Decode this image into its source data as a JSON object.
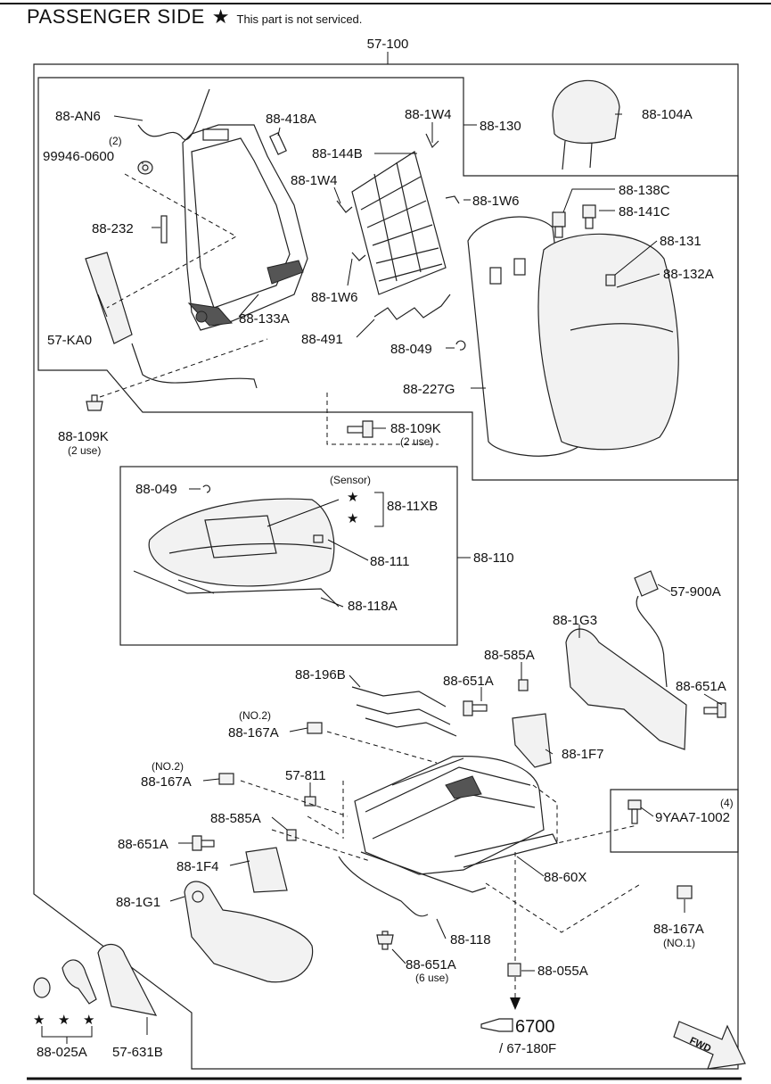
{
  "header": {
    "title": "PASSENGER SIDE",
    "star": "★",
    "note": "This part is not serviced."
  },
  "labels": {
    "l57_100": "57-100",
    "l88_AN6": "88-AN6",
    "l88_418A": "88-418A",
    "l88_1W4_top": "88-1W4",
    "l88_130": "88-130",
    "l88_104A": "88-104A",
    "qty2_99946": "(2)",
    "l99946": "99946-0600",
    "l88_144B": "88-144B",
    "l88_1W4_mid": "88-1W4",
    "l88_1W6_right": "88-1W6",
    "l88_138C": "88-138C",
    "l88_141C": "88-141C",
    "l88_232": "88-232",
    "l88_131": "88-131",
    "l88_132A": "88-132A",
    "l88_1W6_mid": "88-1W6",
    "l57_KA0": "57-KA0",
    "l88_133A": "88-133A",
    "l88_491": "88-491",
    "l88_049_top": "88-049",
    "l88_227G": "88-227G",
    "l88_109K_left": "88-109K",
    "use2_left": "(2 use)",
    "l88_109K_right": "88-109K",
    "use2_right": "(2 use)",
    "l88_049_cushion": "88-049",
    "sensor": "(Sensor)",
    "l88_11XB": "88-11XB",
    "l88_111": "88-111",
    "l88_110": "88-110",
    "l88_118A": "88-118A",
    "l57_900A": "57-900A",
    "l88_1G3": "88-1G3",
    "l88_585A_right": "88-585A",
    "l88_196B": "88-196B",
    "l88_651A_upper": "88-651A",
    "l88_651A_right": "88-651A",
    "no2_a": "(NO.2)",
    "l88_167A_a": "88-167A",
    "l88_1F7": "88-1F7",
    "no2_b": "(NO.2)",
    "l88_167A_b": "88-167A",
    "l57_811": "57-811",
    "qty4": "(4)",
    "l9YAA7": "9YAA7-1002",
    "l88_585A_left": "88-585A",
    "l88_651A_left": "88-651A",
    "l88_1F4": "88-1F4",
    "l88_60X": "88-60X",
    "l88_1G1": "88-1G1",
    "l88_167A_c": "88-167A",
    "no1": "(NO.1)",
    "l88_118": "88-118",
    "l88_651A_bottom": "88-651A",
    "use6": "(6 use)",
    "l88_055A": "88-055A",
    "l88_025A": "88-025A",
    "l57_631B": "57-631B",
    "ref6700": "6700",
    "ref67_180F": "/ 67-180F",
    "fwd": "FWD",
    "star1": "★",
    "star2": "★",
    "star3": "★",
    "star_s1": "★",
    "star_s2": "★"
  }
}
